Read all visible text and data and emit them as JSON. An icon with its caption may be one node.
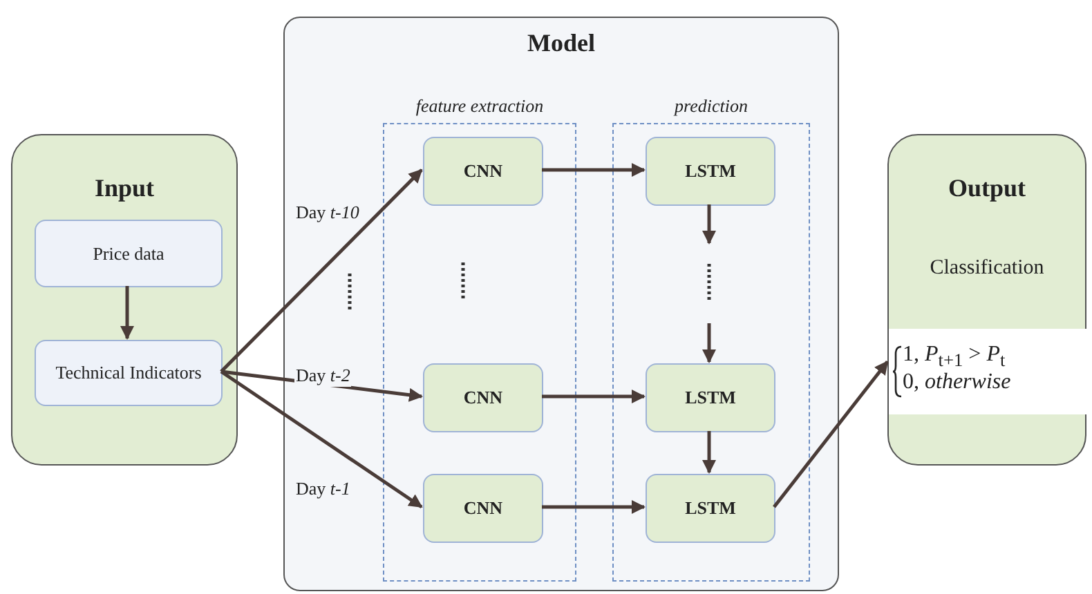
{
  "diagram": {
    "nodes": [
      {
        "text": [
          "Input"
        ]
      },
      {
        "text": [
          "Price data"
        ],
        "in": 0
      },
      {
        "text": [
          "Technical Indicators"
        ],
        "in": 0
      },
      {
        "text": [
          "Model"
        ]
      },
      {
        "text": [
          "feature extraction"
        ],
        "in": 3
      },
      {
        "text": [
          "prediction"
        ],
        "in": 3
      },
      {
        "text": [
          "CNN"
        ],
        "in": 4
      },
      {
        "text": [
          "CNN"
        ],
        "in": 4
      },
      {
        "text": [
          "CNN"
        ],
        "in": 4
      },
      {
        "text": [
          "LSTM"
        ],
        "in": 5
      },
      {
        "text": [
          "LSTM"
        ],
        "in": 5
      },
      {
        "text": [
          "LSTM"
        ],
        "in": 5
      },
      {
        "text": [
          "Output",
          "Classification"
        ]
      },
      {
        "text": [
          "1, *P*$_{t+1}$ > *P*$_{t}$",
          "0, *otherwise*"
        ],
        "in": 12
      }
    ],
    "edges": [
      {
        "from": 1,
        "to": 2,
        "arrow": "to"
      },
      {
        "from": 2,
        "to": 6,
        "arrow": "to",
        "label": "Day *t-10*"
      },
      {
        "from": 2,
        "to": 7,
        "arrow": "to",
        "label": "Day *t-2*"
      },
      {
        "from": 2,
        "to": 8,
        "arrow": "to",
        "label": "Day *t-1*"
      },
      {
        "from": 6,
        "to": 9,
        "arrow": "to"
      },
      {
        "from": 7,
        "to": 10,
        "arrow": "to"
      },
      {
        "from": 8,
        "to": 11,
        "arrow": "to"
      },
      {
        "from": 9,
        "to": null,
        "arrow": "to"
      },
      {
        "from": null,
        "to": 10,
        "arrow": "to"
      },
      {
        "from": 10,
        "to": 11,
        "arrow": "to"
      },
      {
        "from": 11,
        "to": 13,
        "arrow": "to"
      }
    ]
  }
}
